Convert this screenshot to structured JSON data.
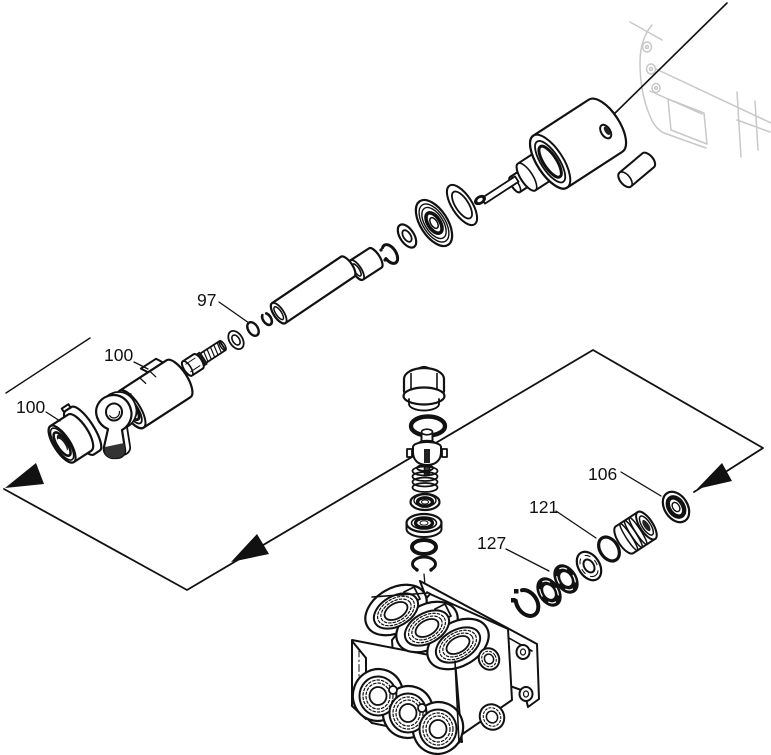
{
  "figure": {
    "type": "exploded-parts-diagram",
    "background": "#ffffff",
    "ink_color": "#111111",
    "faint_line_color": "#c8c8c8",
    "callouts": [
      {
        "id": "c97",
        "label": "97"
      },
      {
        "id": "c100-upper",
        "label": "100"
      },
      {
        "id": "c100-lower",
        "label": "100"
      },
      {
        "id": "c106",
        "label": "106"
      },
      {
        "id": "c121",
        "label": "121"
      },
      {
        "id": "c127",
        "label": "127"
      }
    ],
    "part_names": [
      "mounting-bracket",
      "piston-guide-cylinder",
      "dowel-pin",
      "piston-rod",
      "thrust-washer",
      "grooved-seal",
      "backup-washer",
      "retaining-ring",
      "spacer-bushing",
      "spacer-tube",
      "retainer-clip",
      "o-ring-97",
      "sealing-washer",
      "valve-stem-bolt",
      "slotted-sleeve-100",
      "keyhole-retainer-plate",
      "gland-collar-100",
      "valve-cap",
      "cap-o-ring",
      "poppet-valve",
      "valve-spring",
      "cup-seal",
      "seal-housing",
      "lower-o-ring",
      "lower-retaining-ring",
      "snap-ring-127",
      "v-packing-seals",
      "backup-ring",
      "o-ring-121",
      "packing-gland",
      "oil-seal-106",
      "manifold-block",
      "mounting-flange"
    ]
  }
}
